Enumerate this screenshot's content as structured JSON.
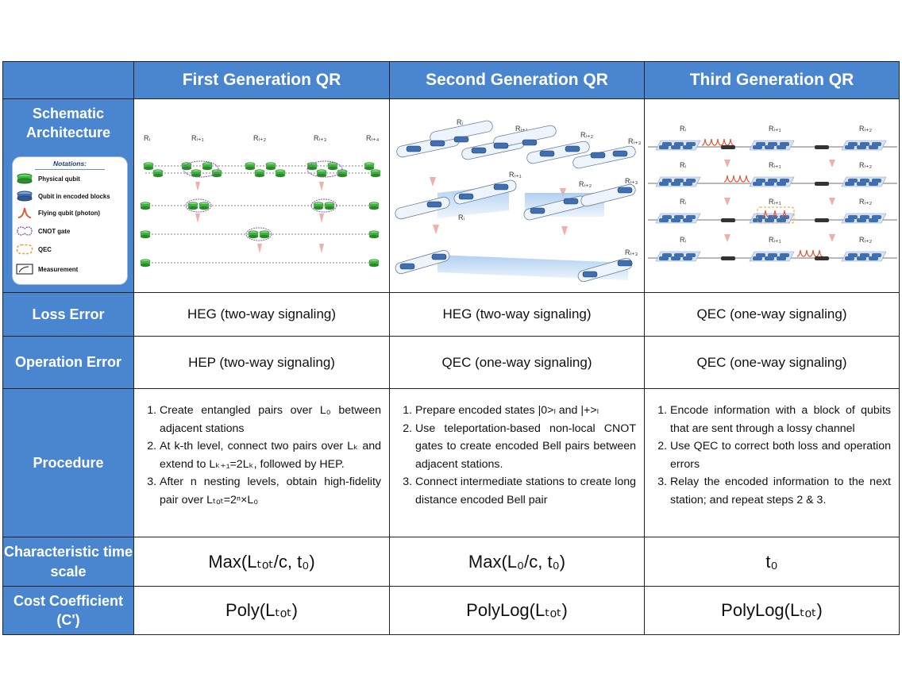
{
  "headers": {
    "corner": "",
    "first": "First Generation QR",
    "second": "Second Generation QR",
    "third": "Third Generation QR"
  },
  "row_labels": {
    "schematic": "Schematic Architecture",
    "loss": "Loss Error",
    "operation": "Operation Error",
    "procedure": "Procedure",
    "timescale": "Characteristic time scale",
    "cost": "Cost Coefficient (C')"
  },
  "notations": {
    "title": "Notations:",
    "items": [
      {
        "icon": "physical-qubit-icon",
        "label": "Physical qubit"
      },
      {
        "icon": "encoded-block-icon",
        "label": "Qubit in encoded blocks"
      },
      {
        "icon": "photon-icon",
        "label": "Flying qubit (photon)"
      },
      {
        "icon": "cnot-gate-icon",
        "label": "CNOT gate"
      },
      {
        "icon": "qec-icon",
        "label": "QEC"
      },
      {
        "icon": "measurement-icon",
        "label": "Measurement"
      }
    ]
  },
  "schematic_labels": {
    "first": [
      "Rᵢ",
      "Rᵢ₊₁",
      "Rᵢ₊₂",
      "Rᵢ₊₃",
      "Rᵢ₊₄"
    ],
    "second": [
      "Rᵢ",
      "Rᵢ₊₁",
      "Rᵢ₊₂",
      "Rᵢ₊₃"
    ],
    "third": [
      "Rᵢ",
      "Rᵢ₊₁",
      "Rᵢ₊₂"
    ]
  },
  "loss_error": {
    "first": "HEG (two-way signaling)",
    "second": "HEG (two-way signaling)",
    "third": "QEC (one-way signaling)"
  },
  "operation_error": {
    "first": "HEP (two-way signaling)",
    "second": "QEC (one-way signaling)",
    "third": "QEC (one-way signaling)"
  },
  "procedure": {
    "first": [
      "Create entangled pairs over L₀ between adjacent stations",
      "At k-th level, connect two pairs over Lₖ and extend to Lₖ₊₁=2Lₖ, followed by HEP.",
      "After n nesting levels, obtain high-fidelity pair over Lₜₒₜ=2ⁿ×L₀"
    ],
    "second": [
      "Prepare encoded states |0>ₗ and |+>ₗ",
      "Use teleportation-based non-local CNOT gates to create encoded Bell pairs between adjacent stations.",
      "Connect intermediate stations to create long distance encoded Bell pair"
    ],
    "third": [
      "Encode information with a block of qubits that are sent through a lossy channel",
      "Use QEC to correct both loss and operation errors",
      "Relay the encoded information to the next station; and repeat steps 2 & 3."
    ]
  },
  "timescale": {
    "first": "Max(Lₜₒₜ/c, t₀)",
    "second": "Max(L₀/c, t₀)",
    "third": "t₀"
  },
  "cost": {
    "first": "Poly(Lₜₒₜ)",
    "second": "PolyLog(Lₜₒₜ)",
    "third": "PolyLog(Lₜₒₜ)"
  },
  "colors": {
    "header_blue": "#4a86d0",
    "physical_qubit": "#3fb23f",
    "encoded_block": "#3f6fb0",
    "photon": "#e05a3a",
    "cnot": "#8a5aa8",
    "qec": "#e6a23a"
  }
}
